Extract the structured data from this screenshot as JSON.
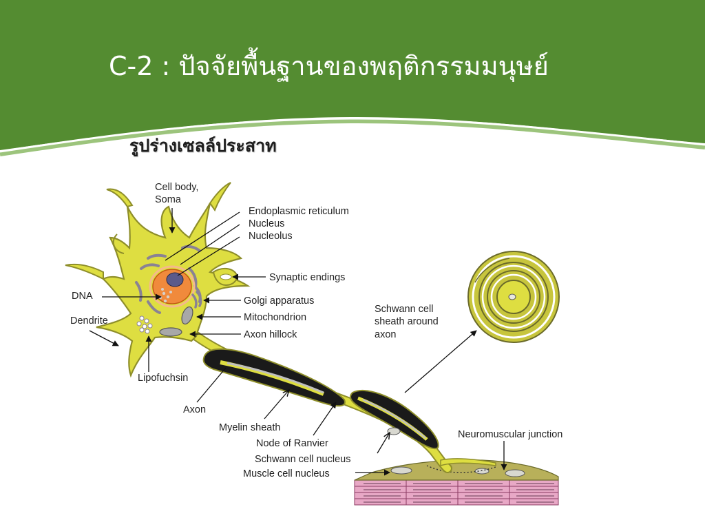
{
  "slide": {
    "title": "C-2 : ปัจจัยพื้นฐานของพฤติกรรมมนุษย์",
    "subtitle": "รูปร่างเซลล์ประสาท"
  },
  "colors": {
    "header_green": "#548c31",
    "header_curve": "#ffffff",
    "cell_yellow": "#dede41",
    "cell_outline": "#8e8e2a",
    "organelle": "#8a8294",
    "nucleus": "#f08a3c",
    "myelin": "#1a1a1a",
    "muscle": "#e8a8c6"
  },
  "diagram": {
    "labels": {
      "cell_body_1": "Cell body,",
      "cell_body_2": "Soma",
      "endoplasmic_reticulum": "Endoplasmic reticulum",
      "nucleus": "Nucleus",
      "nucleolus": "Nucleolus",
      "synaptic_endings": "Synaptic endings",
      "dna": "DNA",
      "golgi_apparatus": "Golgi apparatus",
      "dendrite": "Dendrite",
      "mitochondrion": "Mitochondrion",
      "axon_hillock": "Axon hillock",
      "schwann_sheath_1": "Schwann cell",
      "schwann_sheath_2": "sheath around",
      "schwann_sheath_3": "axon",
      "lipofuchsin": "Lipofuchsin",
      "axon": "Axon",
      "myelin_sheath": "Myelin sheath",
      "node_of_ranvier": "Node of Ranvier",
      "neuromuscular_junction": "Neuromuscular junction",
      "schwann_cell_nucleus": "Schwann cell nucleus",
      "muscle_cell_nucleus": "Muscle cell nucleus"
    }
  }
}
